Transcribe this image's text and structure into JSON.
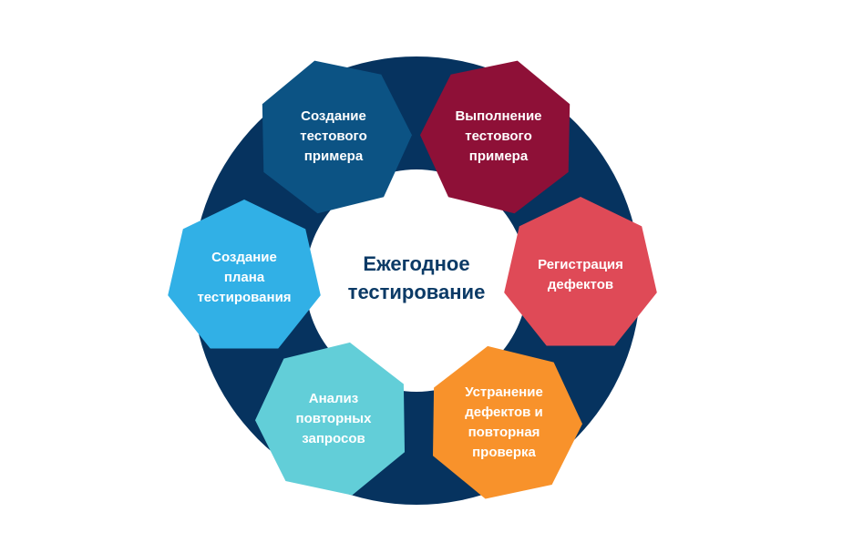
{
  "center": {
    "lines": [
      "Ежегодное",
      "тестирование"
    ]
  },
  "colors": {
    "ring": "#06335f",
    "center_text": "#0b3a66"
  },
  "nodes": [
    {
      "id": "create-test-case",
      "lines": [
        "Создание",
        "тестового",
        "примера"
      ],
      "color": "#0c5384"
    },
    {
      "id": "execute-test-case",
      "lines": [
        "Выполнение",
        "тестового",
        "примера"
      ],
      "color": "#8e1037"
    },
    {
      "id": "register-defects",
      "lines": [
        "Регистрация",
        "дефектов"
      ],
      "color": "#df4a57"
    },
    {
      "id": "fix-and-retest",
      "lines": [
        "Устранение",
        "дефектов и",
        "повторная",
        "проверка"
      ],
      "color": "#f8922b"
    },
    {
      "id": "analyze-repeat-requests",
      "lines": [
        "Анализ",
        "повторных",
        "запросов"
      ],
      "color": "#62ced8"
    },
    {
      "id": "create-test-plan",
      "lines": [
        "Создание",
        "плана",
        "тестирования"
      ],
      "color": "#31b0e6"
    }
  ]
}
